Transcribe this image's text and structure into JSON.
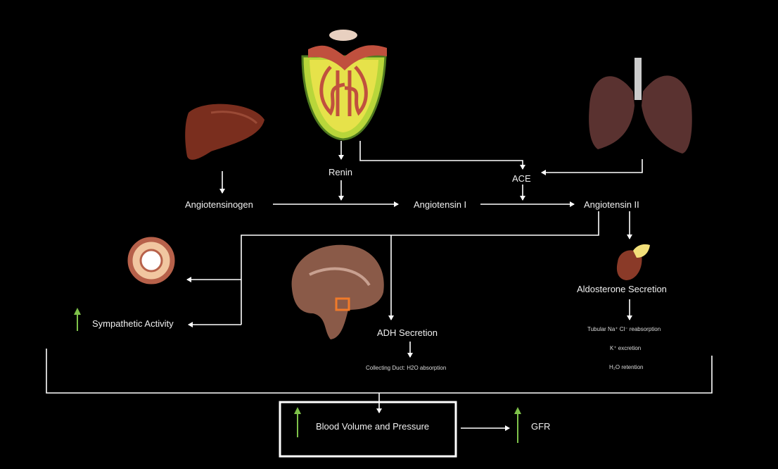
{
  "nodes": {
    "angiotensinogen": "Angiotensinogen",
    "renin": "Renin",
    "ace": "ACE",
    "angiotensin_1": "Angiotensin I",
    "angiotensin_2": "Angiotensin II",
    "sympathetic": "Sympathetic Activity",
    "adh": "ADH Secretion",
    "collecting_duct": "Collecting Duct: H2O absorption",
    "aldosterone": "Aldosterone Secretion",
    "tubular": "Tubular Na⁺ Cl⁻ reabsorption",
    "k_excretion": "K⁺ excretion",
    "h2o_retention": "H₂O retention",
    "blood_volume": "Blood Volume and Pressure",
    "gfr": "GFR"
  },
  "colors": {
    "increase_arrow": "#7fc24a",
    "lines": "#ffffff"
  },
  "icons": [
    "liver-icon",
    "kidney-glomerulus-icon",
    "lungs-icon",
    "blood-vessel-icon",
    "brain-icon",
    "adrenal-gland-icon"
  ]
}
